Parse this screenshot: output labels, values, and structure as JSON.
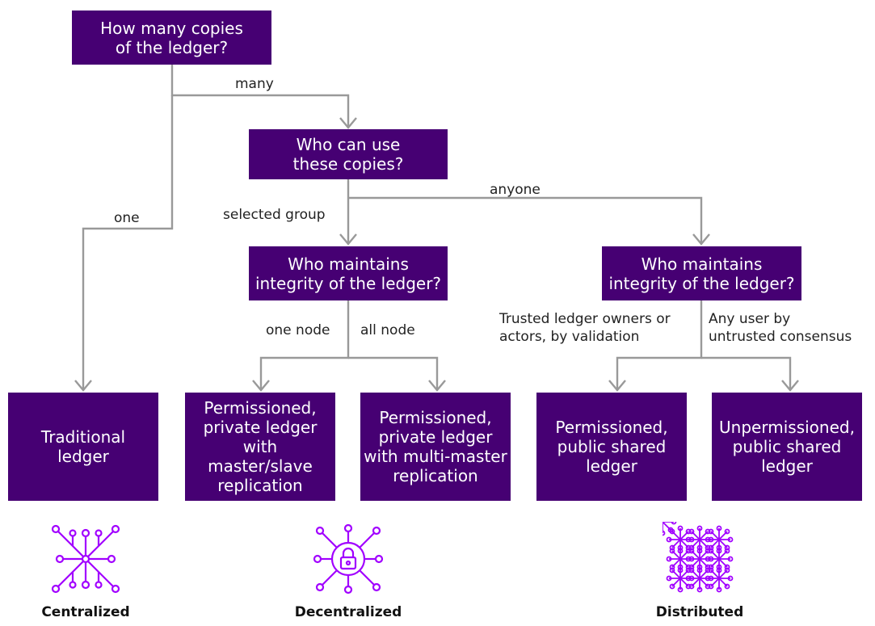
{
  "diagram": {
    "q1": "How many copies\nof the ledger?",
    "q2": "Who can use\nthese copies?",
    "q3a": "Who maintains\nintegrity of the ledger?",
    "q3b": "Who maintains\nintegrity of the ledger?",
    "edges": {
      "many": "many",
      "one": "one",
      "anyone": "anyone",
      "selected_group": "selected group",
      "one_node": "one node",
      "all_node": "all node",
      "trusted": "Trusted ledger owners or\nactors, by validation",
      "any_user": "Any user by\nuntrusted consensus"
    },
    "outcomes": {
      "traditional": "Traditional\nledger",
      "perm_master_slave": "Permissioned,\nprivate ledger\nwith master/slave\nreplication",
      "perm_multi_master": "Permissioned,\nprivate ledger\nwith multi-master\nreplication",
      "perm_public": "Permissioned,\npublic shared\nledger",
      "unperm_public": "Unpermissioned,\npublic shared\nledger"
    },
    "categories": {
      "centralized": "Centralized",
      "decentralized": "Decentralized",
      "distributed": "Distributed"
    }
  },
  "colors": {
    "box": "#460073",
    "connector": "#999999",
    "icon": "#a100ff"
  }
}
